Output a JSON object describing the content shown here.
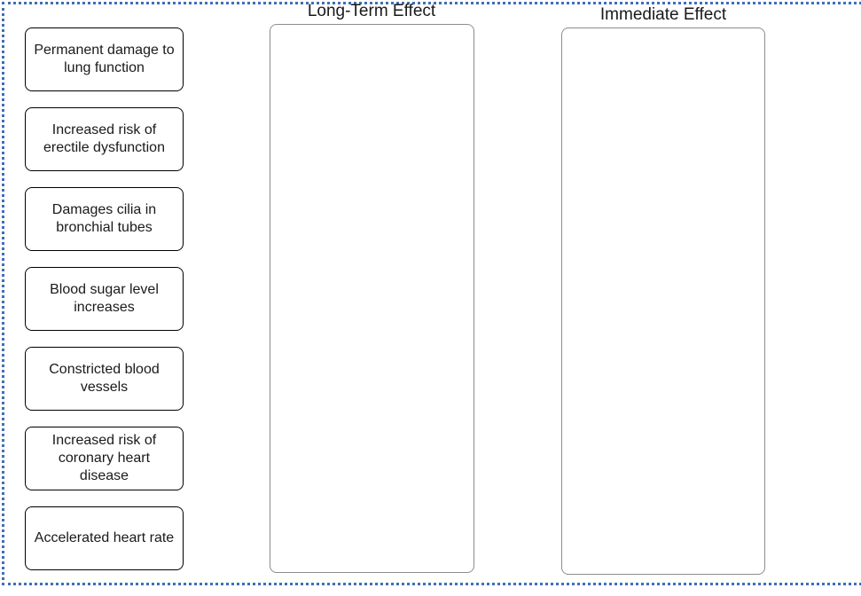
{
  "canvas": {
    "background": "#ffffff",
    "frame_border_color": "#3f6fb3",
    "card_border_color": "#000000",
    "dropzone_border_color": "#8c8c8c"
  },
  "dropzones": [
    {
      "id": "long-term",
      "label": "Long-Term Effect"
    },
    {
      "id": "immediate",
      "label": "Immediate Effect"
    }
  ],
  "cards": [
    {
      "label": "Permanent damage to lung function"
    },
    {
      "label": "Increased risk of erectile dysfunction"
    },
    {
      "label": "Damages cilia in bronchial tubes"
    },
    {
      "label": "Blood sugar level increases"
    },
    {
      "label": "Constricted blood vessels"
    },
    {
      "label": "Increased risk of coronary heart disease"
    },
    {
      "label": "Accelerated heart rate"
    }
  ]
}
